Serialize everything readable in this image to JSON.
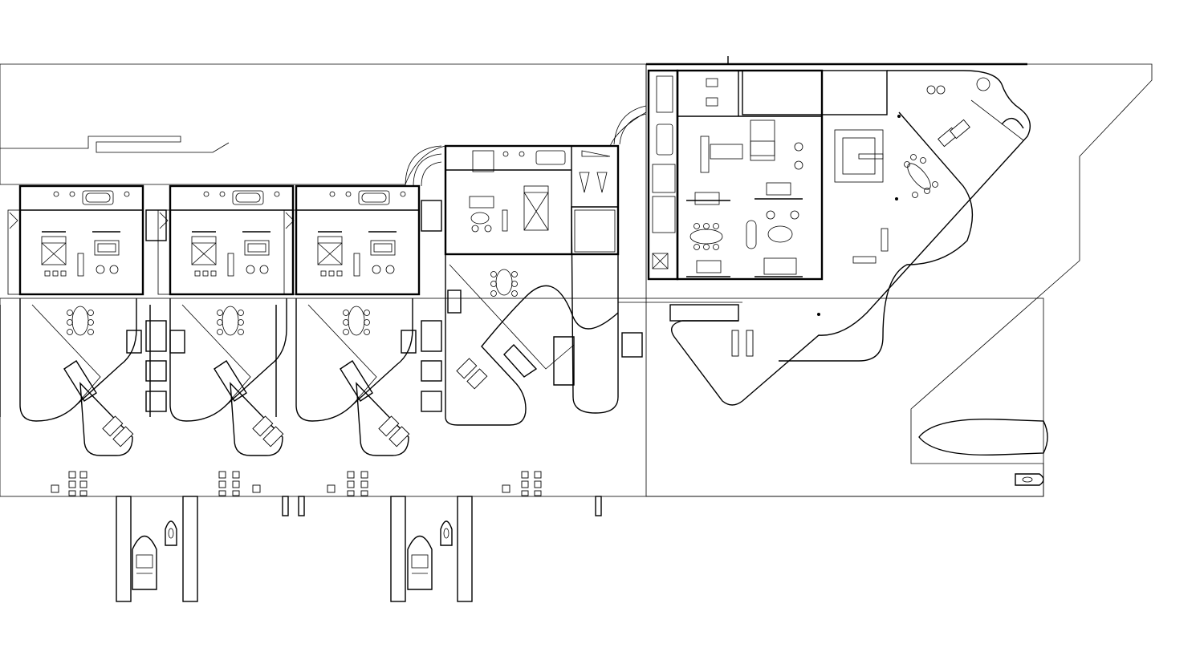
{
  "drawing": {
    "type": "architectural site plan",
    "colors": {
      "line": "#000000",
      "background": "#ffffff"
    },
    "units_count": 4,
    "main_house_count": 1,
    "boats_in_water": 2,
    "hatch_patterns": [
      "gravel-stipple",
      "timber-deck"
    ]
  }
}
